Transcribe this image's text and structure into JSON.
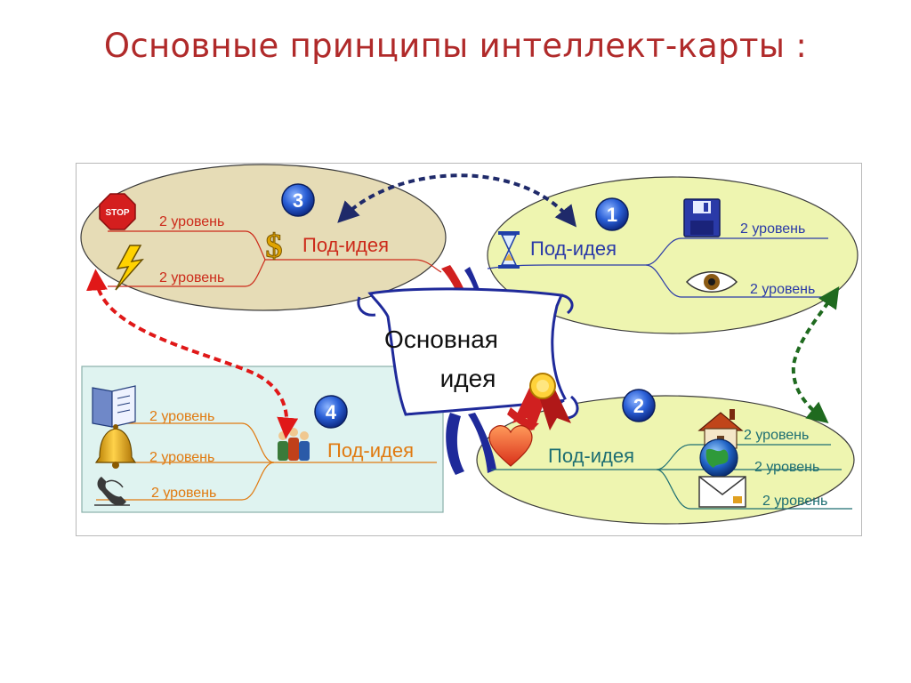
{
  "title": "Основные принципы интеллект-карты :",
  "central": {
    "line1": "Основная",
    "line2": "идея"
  },
  "branches": [
    {
      "number": "1",
      "label": "Под-идея",
      "levels": [
        "2 уровень",
        "2 уровень"
      ]
    },
    {
      "number": "2",
      "label": "Под-идея",
      "levels": [
        "2 уровень",
        "2 уровень",
        "2 уровень"
      ]
    },
    {
      "number": "3",
      "label": "Под-идея",
      "levels": [
        "2 уровень",
        "2 уровень"
      ]
    },
    {
      "number": "4",
      "label": "Под-идея",
      "levels": [
        "2 уровень",
        "2 уровень",
        "2 уровень"
      ]
    }
  ],
  "icons": {
    "stop_sign_text": "STOP",
    "dollar_text": "$"
  },
  "colors": {
    "title": "#b02a2a",
    "branch1_fill": "#eef5b0",
    "branch2_fill": "#eef5b0",
    "branch3_fill": "#e6dcb6",
    "branch4_fill": "#dff3f0",
    "branch1_text": "#2a3aa8",
    "branch2_text": "#1d6e72",
    "branch3_text": "#cc2a1a",
    "branch4_text": "#e07a10",
    "arrow_navy": "#1f2a6a",
    "arrow_red": "#e01818",
    "arrow_green": "#1f6a1f"
  }
}
